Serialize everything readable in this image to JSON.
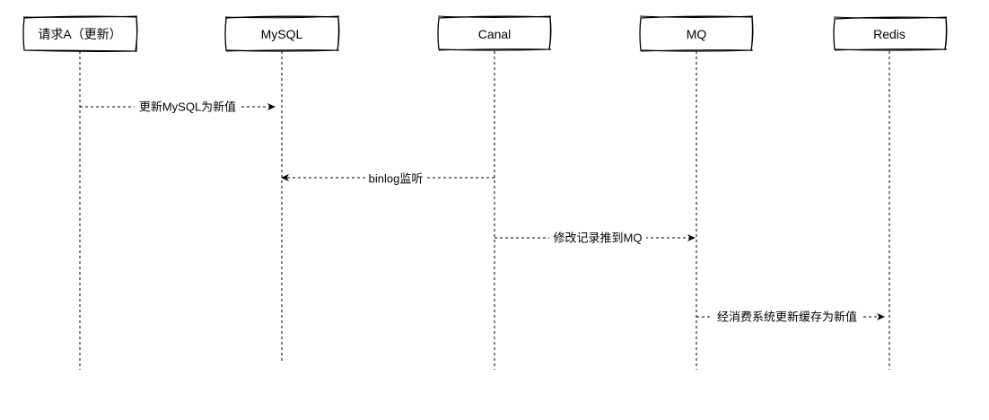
{
  "diagram": {
    "type": "sequence",
    "participants": [
      {
        "id": "request-a",
        "label": "请求A（更新）"
      },
      {
        "id": "mysql",
        "label": "MySQL"
      },
      {
        "id": "canal",
        "label": "Canal"
      },
      {
        "id": "mq",
        "label": "MQ"
      },
      {
        "id": "redis",
        "label": "Redis"
      }
    ],
    "messages": [
      {
        "from": "request-a",
        "to": "mysql",
        "label": "更新MySQL为新值",
        "style": "dashed"
      },
      {
        "from": "canal",
        "to": "mysql",
        "label": "binlog监听",
        "style": "dashed"
      },
      {
        "from": "canal",
        "to": "mq",
        "label": "修改记录推到MQ",
        "style": "dashed"
      },
      {
        "from": "mq",
        "to": "redis",
        "label": "经消费系统更新缓存为新值",
        "style": "dashed"
      }
    ]
  }
}
